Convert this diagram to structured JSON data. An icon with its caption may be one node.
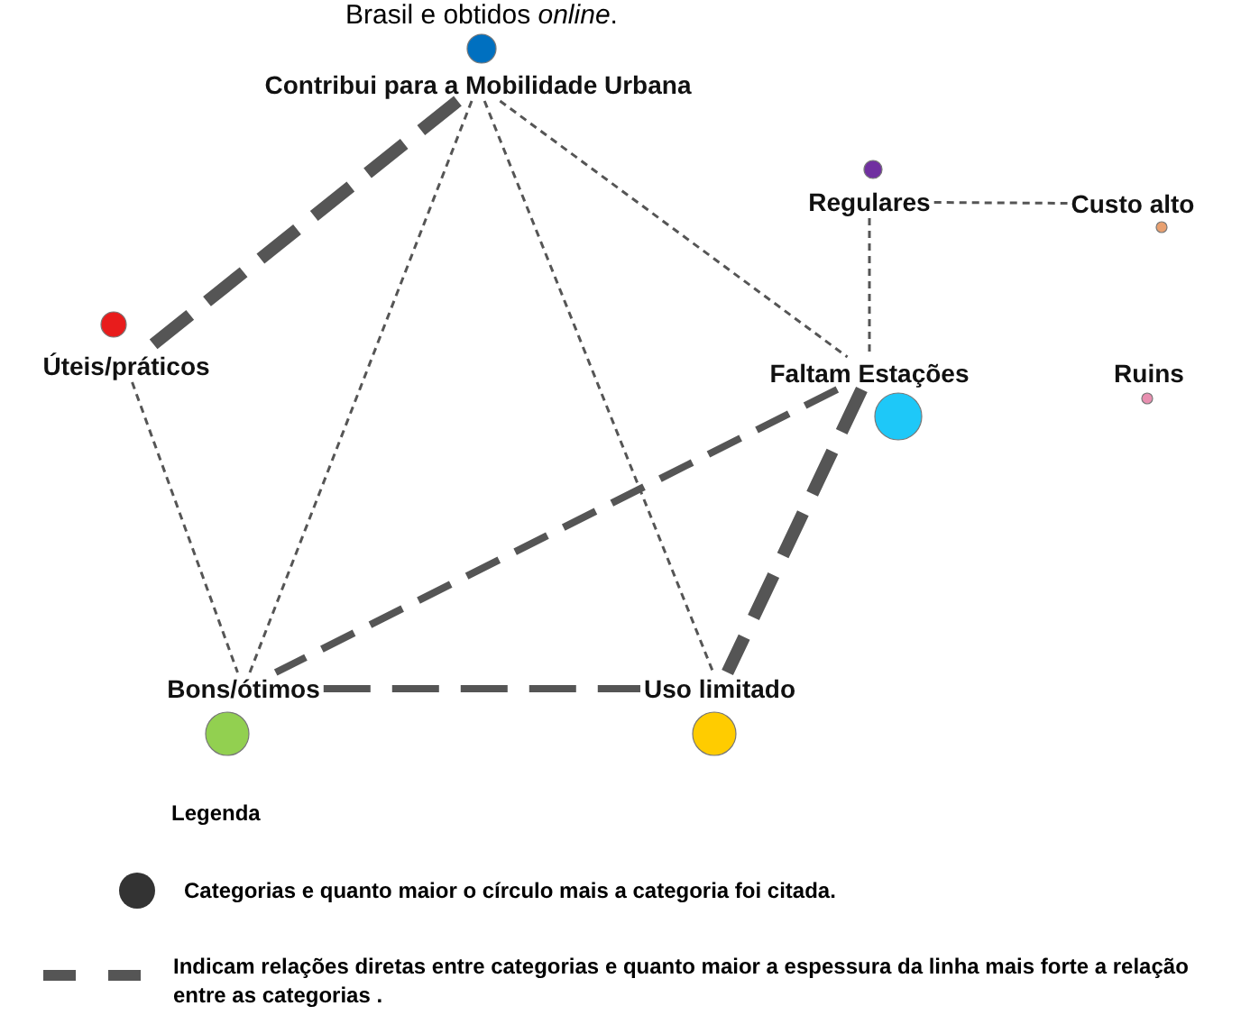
{
  "diagram": {
    "title": "Brasil e obtidos *online*.",
    "nodes": [
      {
        "text": [
          "Contribui para a Mobilidade Urbana"
        ]
      },
      {
        "text": [
          "Úteis/práticos"
        ]
      },
      {
        "text": [
          "Regulares"
        ]
      },
      {
        "text": [
          "Custo alto"
        ]
      },
      {
        "text": [
          "Faltam Estações"
        ]
      },
      {
        "text": [
          "Ruins"
        ]
      },
      {
        "text": [
          "Bons/ótimos"
        ]
      },
      {
        "text": [
          "Uso limitado"
        ]
      }
    ],
    "edges": [
      {
        "from": 0,
        "to": 1,
        "arrow": "none",
        "style": "dashed"
      },
      {
        "from": 0,
        "to": 6,
        "arrow": "none",
        "style": "dashed"
      },
      {
        "from": 0,
        "to": 7,
        "arrow": "none",
        "style": "dashed"
      },
      {
        "from": 0,
        "to": 4,
        "arrow": "none",
        "style": "dashed"
      },
      {
        "from": 1,
        "to": 6,
        "arrow": "none",
        "style": "dashed"
      },
      {
        "from": 2,
        "to": 3,
        "arrow": "none",
        "style": "dashed"
      },
      {
        "from": 2,
        "to": 4,
        "arrow": "none",
        "style": "dashed"
      },
      {
        "from": 4,
        "to": 6,
        "arrow": "none",
        "style": "dashed"
      },
      {
        "from": 4,
        "to": 7,
        "arrow": "none",
        "style": "dashed"
      },
      {
        "from": 6,
        "to": 7,
        "arrow": "none",
        "style": "dashed"
      }
    ],
    "labels": [
      "Legenda"
    ],
    "legend": [
      {
        "text": "Categorias e quanto maior o círculo mais a categoria foi citada."
      },
      {
        "text": "Indicam relações diretas entre categorias e quanto maior a espessura da linha mais forte a relação entre as categorias ."
      }
    ]
  }
}
